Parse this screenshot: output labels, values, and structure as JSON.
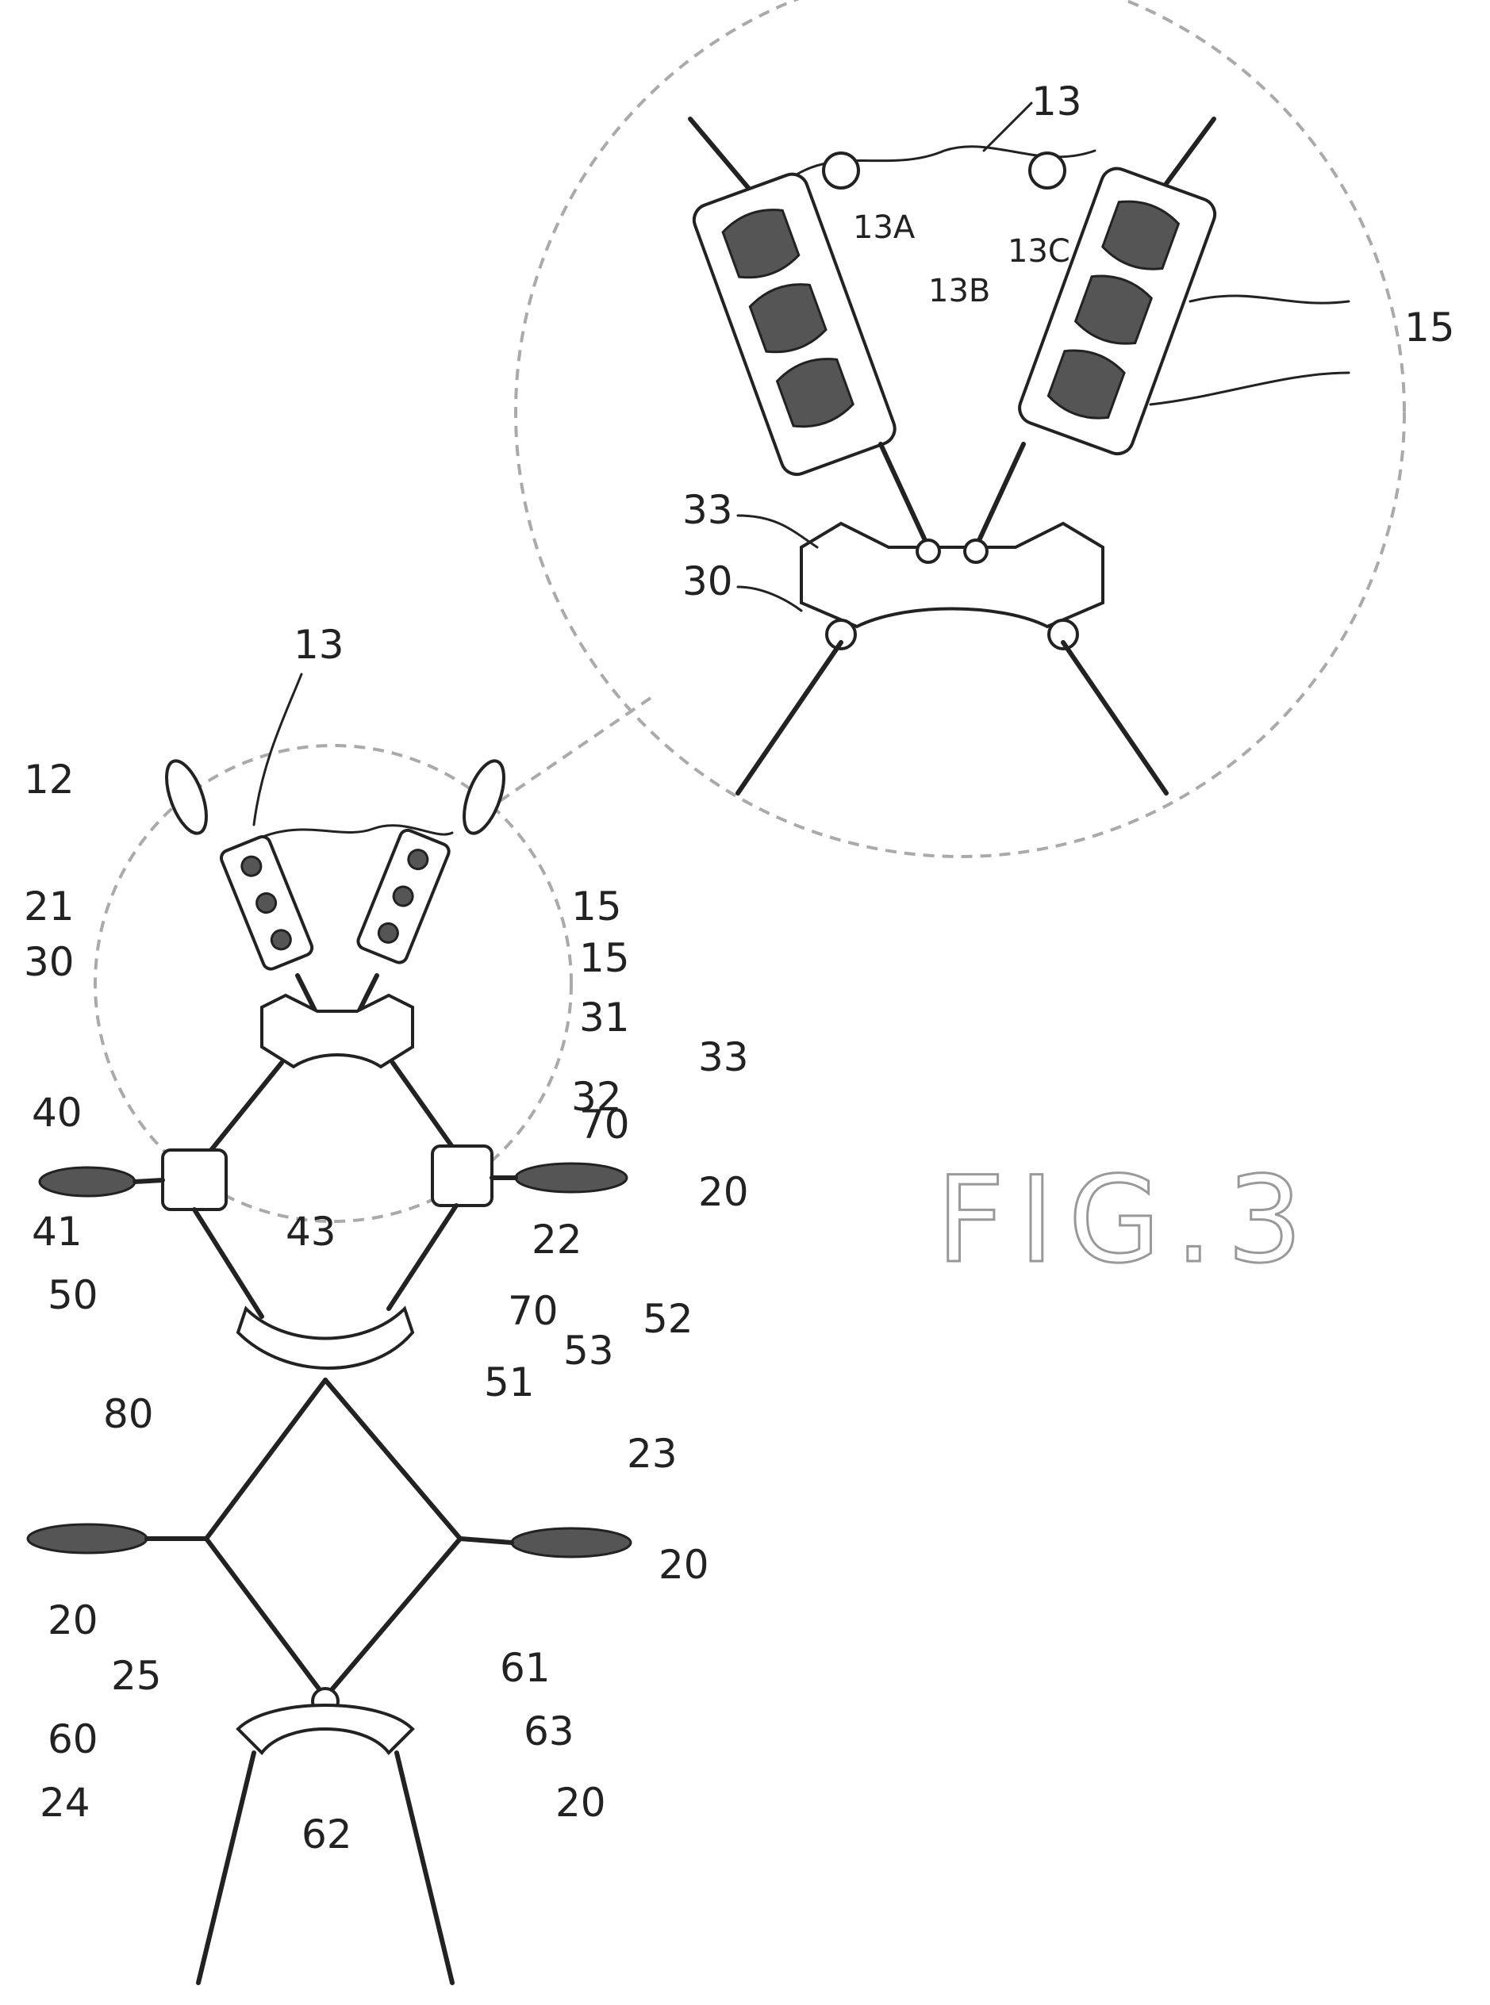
{
  "figure": {
    "caption": "FIG.3"
  },
  "labels": {
    "detail": [
      "13",
      "13A",
      "13B",
      "13C",
      "15",
      "33",
      "30"
    ],
    "main": [
      "13",
      "12",
      "15",
      "15",
      "21",
      "30",
      "31",
      "33",
      "32",
      "40",
      "70",
      "20",
      "41",
      "43",
      "22",
      "50",
      "70",
      "52",
      "53",
      "51",
      "80",
      "23",
      "20",
      "20",
      "25",
      "61",
      "60",
      "63",
      "24",
      "62",
      "20"
    ]
  },
  "colors": {
    "line": "#222222",
    "dashed": "#aaaaaa",
    "background": "#ffffff"
  }
}
